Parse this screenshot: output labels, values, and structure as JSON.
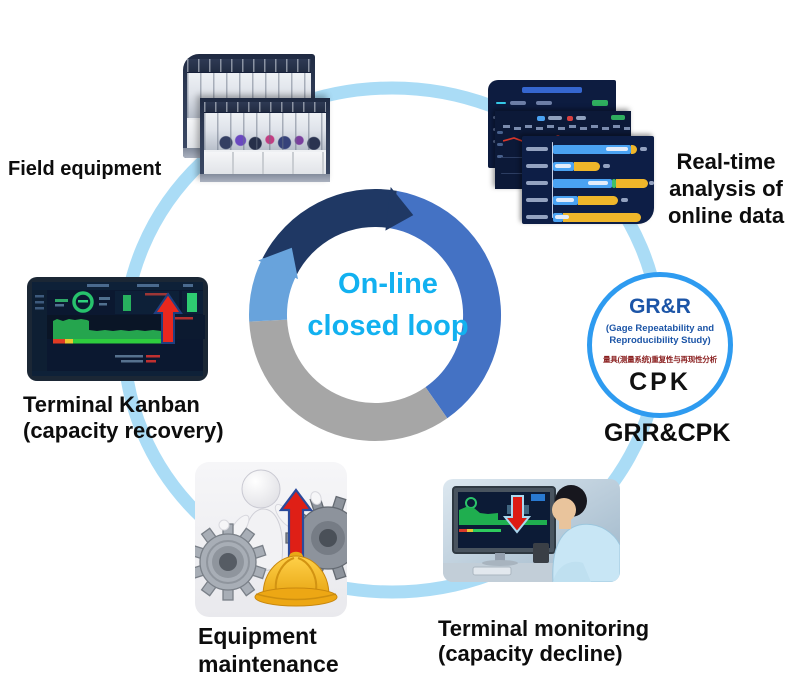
{
  "title": {
    "line1": "On-line",
    "line2": "closed loop"
  },
  "colors": {
    "title": "#12b1f0",
    "ring_navy": "#1f3864",
    "ring_blue": "#4472c4",
    "ring_gray": "#a6a6a6",
    "ring_light_blue": "#68a3dc",
    "outer_circle": "#aadcf6",
    "label": "#0d0d0d",
    "grr_blue": "#1c55a7",
    "grr_border": "#2e9bf0",
    "chinese_red": "#8a1f1f",
    "arrow_red": "#e0211b"
  },
  "nodes": {
    "field_equipment": {
      "label": "Field equipment"
    },
    "realtime_analysis": {
      "lines": [
        "Real-time",
        "analysis of",
        "online data"
      ]
    },
    "grr": {
      "heading": "GR&R",
      "sub_line1": "(Gage Repeatability and",
      "sub_line2": "Reproducibility Study)",
      "chinese": "量具(测量系统)重复性与再现性分析",
      "cpk": "CPK",
      "caption": "GRR&CPK"
    },
    "terminal_monitoring": {
      "lines": [
        "Terminal monitoring",
        "(capacity decline)"
      ]
    },
    "equipment_maintenance": {
      "lines": [
        "Equipment",
        "maintenance"
      ]
    },
    "terminal_kanban": {
      "lines": [
        "Terminal Kanban",
        "(capacity recovery)"
      ]
    }
  }
}
